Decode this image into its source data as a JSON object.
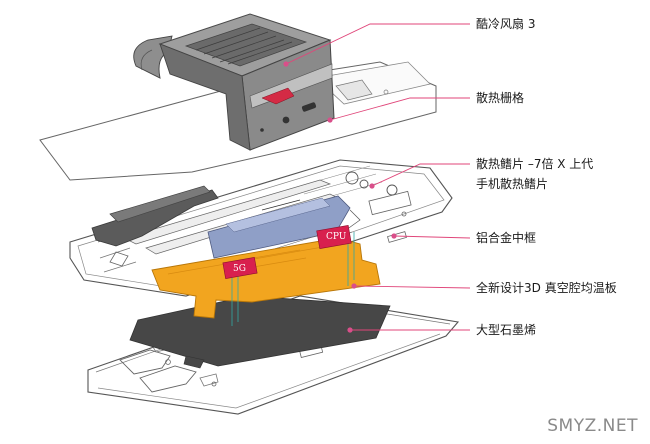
{
  "labels": {
    "fan": "酷冷风扇 3",
    "grille": "散热栅格",
    "fins_line1": "散热鳍片 –7倍 X 上代",
    "fins_line2": "手机散热鳍片",
    "frame": "铝合金中框",
    "vapor_chamber": "全新设计3D 真空腔均温板",
    "graphite": "大型石墨烯"
  },
  "chips": {
    "left": "5G",
    "right": "CPU"
  },
  "watermark": "SMYZ.NET",
  "colors": {
    "leader": "#e0467a",
    "leader_dot": "#d94f8a",
    "vapor_chamber": "#f2a51f",
    "chip": "#d8204e",
    "graphite": "#4a4a4a",
    "fan_body": "#8e8e8e",
    "fan_logo": "#d42b45",
    "battery": "#8f9fc7"
  }
}
